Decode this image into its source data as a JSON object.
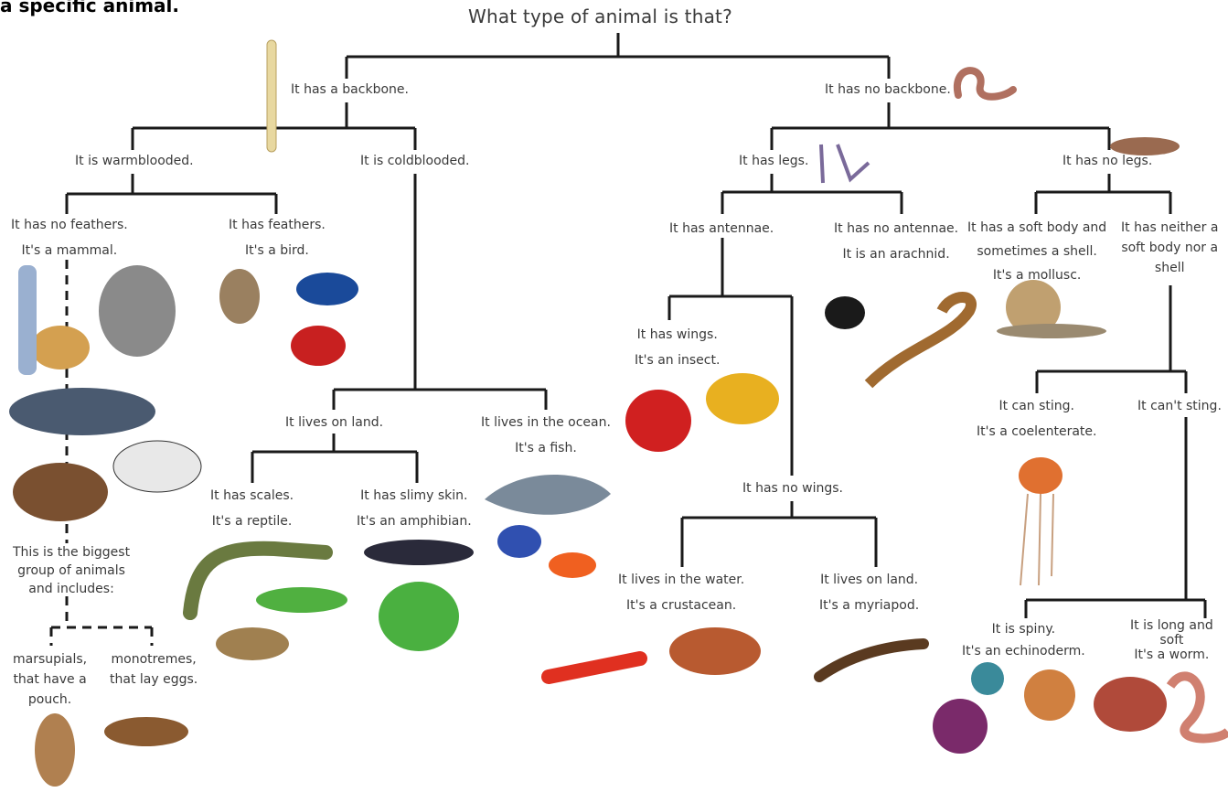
{
  "intro_text": "a specific animal.",
  "title": "What type of animal is that?",
  "nodes": {
    "backbone": "It has a backbone.",
    "no_backbone": "It has no backbone.",
    "warmblooded": "It is warmblooded.",
    "coldblooded": "It is coldblooded.",
    "no_feathers": [
      "It has no feathers.",
      "It's a mammal."
    ],
    "feathers": [
      "It has feathers.",
      "It's a bird."
    ],
    "biggest_group": [
      "This is the biggest",
      "group of animals",
      "and includes:"
    ],
    "marsupials": [
      "marsupials,",
      "that have a",
      "pouch."
    ],
    "monotremes": [
      "monotremes,",
      "that lay eggs."
    ],
    "lives_on_land": "It lives on land.",
    "lives_in_ocean": [
      "It lives in the ocean.",
      "It's a fish."
    ],
    "scales": [
      "It has scales.",
      "It's a reptile."
    ],
    "slimy_skin": [
      "It has slimy skin.",
      "It's an amphibian."
    ],
    "has_legs": "It has legs.",
    "no_legs": "It has no legs.",
    "antennae": "It has antennae.",
    "no_antennae": [
      "It has no antennae.",
      "It is an arachnid."
    ],
    "wings": [
      "It has wings.",
      "It's an insect."
    ],
    "no_wings": "It has no wings.",
    "water": [
      "It lives in the water.",
      "It's a crustacean."
    ],
    "land_myriapod": [
      "It lives on land.",
      "It's a myriapod."
    ],
    "soft_body": [
      "It has a soft body and",
      "sometimes a shell.",
      "It's a mollusc."
    ],
    "neither": [
      "It has neither a",
      "soft body nor a",
      "shell"
    ],
    "sting": [
      "It can sting.",
      "It's a coelenterate."
    ],
    "cant_sting": "It can't sting.",
    "spiny": [
      "It is spiny.",
      "It's an echinoderm."
    ],
    "long_soft": [
      "It is long and",
      "soft",
      "It's a worm."
    ]
  },
  "colors": {
    "line": "#1a1a1a",
    "text": "#3a3a3a"
  }
}
